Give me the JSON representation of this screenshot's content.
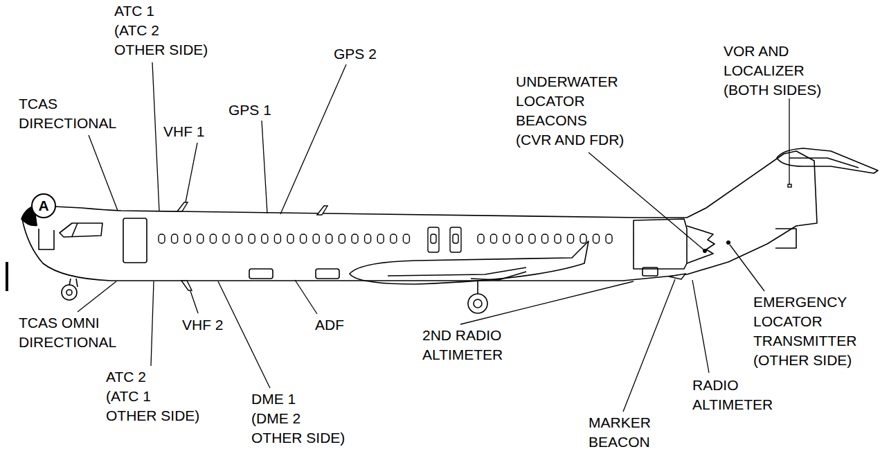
{
  "diagram": {
    "nodes": [
      {
        "text": [
          "A"
        ]
      }
    ],
    "labels": [
      "ATC 1 (ATC 2 OTHER SIDE)",
      "GPS 2",
      "TCAS DIRECTIONAL",
      "GPS 1",
      "VHF 1",
      "UNDERWATER LOCATOR BEACONS (CVR AND FDR)",
      "VOR AND LOCALIZER (BOTH SIDES)",
      "TCAS OMNI DIRECTIONAL",
      "VHF 2",
      "ADF",
      "2ND RADIO ALTIMETER",
      "EMERGENCY LOCATOR TRANSMITTER (OTHER SIDE)",
      "ATC 2 (ATC 1 OTHER SIDE)",
      "DME 1 (DME 2 OTHER SIDE)",
      "RADIO ALTIMETER",
      "MARKER BEACON"
    ]
  }
}
